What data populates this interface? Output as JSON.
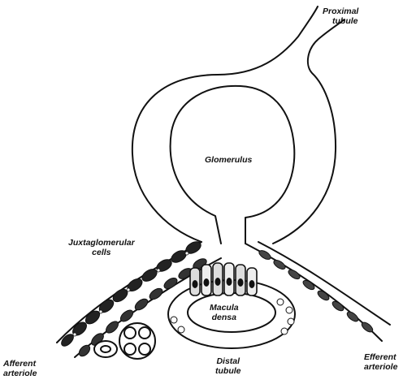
{
  "labels": {
    "proximal_tubule": [
      "Proximal",
      "tubule"
    ],
    "glomerulus": "Glomerulus",
    "juxtaglomerular_cells": [
      "Juxtaglomerular",
      "cells"
    ],
    "macula_densa": [
      "Macula",
      "densa"
    ],
    "afferent_arteriole": [
      "Afferent",
      "arteriole"
    ],
    "distal_tubule": [
      "Distal",
      "tubule"
    ],
    "efferent_arteriole": [
      "Efferent",
      "arteriole"
    ]
  },
  "colors": {
    "ink": "#111111",
    "paper": "#ffffff"
  }
}
